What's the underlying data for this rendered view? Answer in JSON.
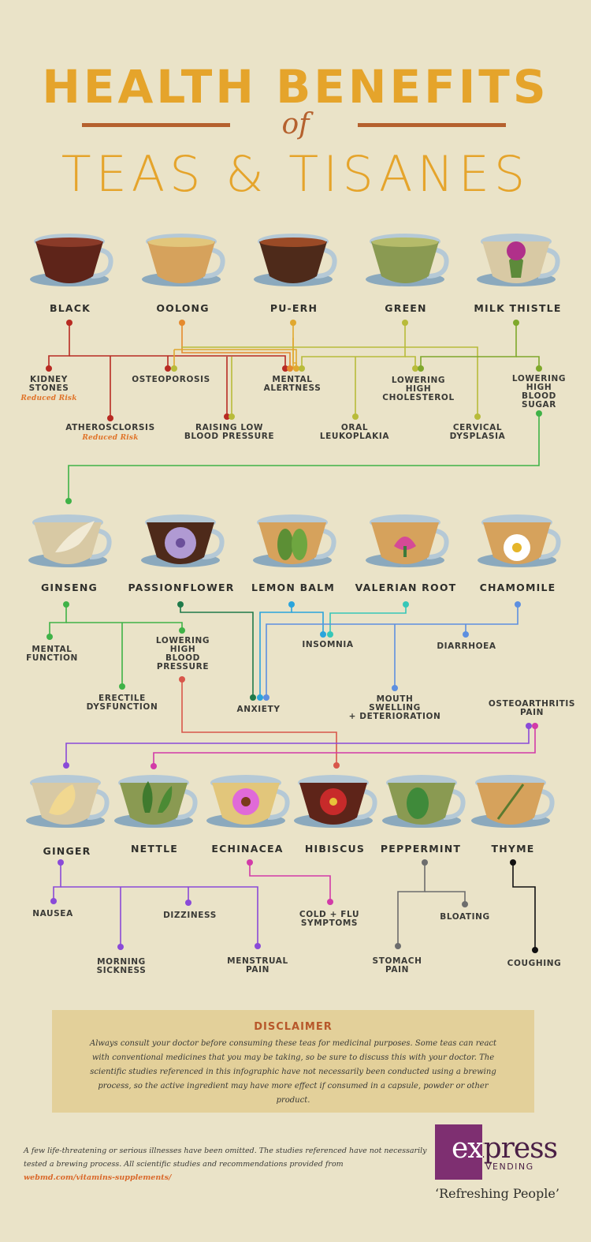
{
  "title": {
    "line1": "HEALTH BENEFITS",
    "of": "of",
    "line2": "TEAS & TISANES"
  },
  "colors": {
    "title": "#e5a42b",
    "accent": "#b5612e",
    "background": "#eae3c8",
    "risk": "#e0742a"
  },
  "teas_row1": [
    {
      "name": "BLACK",
      "icon": "black-tea-cup-icon"
    },
    {
      "name": "OOLONG",
      "icon": "oolong-tea-cup-icon"
    },
    {
      "name": "PU-ERH",
      "icon": "pu-erh-tea-cup-icon"
    },
    {
      "name": "GREEN",
      "icon": "green-tea-cup-icon"
    },
    {
      "name": "MILK THISTLE",
      "icon": "milk-thistle-tea-cup-icon"
    }
  ],
  "benefits_row1": {
    "kidney": "KIDNEY\nSTONES",
    "kidney_risk": "Reduced Risk",
    "osteo": "OSTEOPOROSIS",
    "mental": "MENTAL\nALERTNESS",
    "cholesterol": "LOWERING\nHIGH\nCHOLESTEROL",
    "bloodsugar": "LOWERING\nHIGH\nBLOOD\nSUGAR",
    "athero": "ATHEROSCLORSIS",
    "athero_risk": "Reduced Risk",
    "lowbp": "RAISING LOW\nBLOOD PRESSURE",
    "oral": "ORAL\nLEUKOPLAKIA",
    "cervical": "CERVICAL\nDYSPLASIA"
  },
  "teas_row2": [
    {
      "name": "GINSENG",
      "icon": "ginseng-tea-cup-icon"
    },
    {
      "name": "PASSIONFLOWER",
      "icon": "passionflower-tea-cup-icon"
    },
    {
      "name": "LEMON BALM",
      "icon": "lemon-balm-tea-cup-icon"
    },
    {
      "name": "VALERIAN ROOT",
      "icon": "valerian-root-tea-cup-icon"
    },
    {
      "name": "CHAMOMILE",
      "icon": "chamomile-tea-cup-icon"
    }
  ],
  "benefits_row2": {
    "mental_function": "MENTAL\nFUNCTION",
    "erectile": "ERECTILE\nDYSFUNCTION",
    "highbp": "LOWERING\nHIGH\nBLOOD\nPRESSURE",
    "insomnia": "INSOMNIA",
    "diarrhoea": "DIARRHOEA",
    "anxiety": "ANXIETY",
    "mouth": "MOUTH\nSWELLING\n+ DETERIORATION",
    "osteoarthritis": "OSTEOARTHRITIS\nPAIN"
  },
  "teas_row3": [
    {
      "name": "GINGER",
      "icon": "ginger-tea-cup-icon"
    },
    {
      "name": "NETTLE",
      "icon": "nettle-tea-cup-icon"
    },
    {
      "name": "ECHINACEA",
      "icon": "echinacea-tea-cup-icon"
    },
    {
      "name": "HIBISCUS",
      "icon": "hibiscus-tea-cup-icon"
    },
    {
      "name": "PEPPERMINT",
      "icon": "peppermint-tea-cup-icon"
    },
    {
      "name": "THYME",
      "icon": "thyme-tea-cup-icon"
    }
  ],
  "benefits_row3": {
    "nausea": "NAUSEA",
    "dizziness": "DIZZINESS",
    "cold": "COLD + FLU\nSYMPTOMS",
    "bloating": "BLOATING",
    "morning": "MORNING\nSICKNESS",
    "menstrual": "MENSTRUAL\nPAIN",
    "stomach": "STOMACH\nPAIN",
    "coughing": "COUGHING"
  },
  "disclaimer": {
    "title": "DISCLAIMER",
    "text": "Always consult your doctor before consuming these teas for medicinal purposes. Some teas can react with conventional medicines that you may be taking, so be sure to discuss this with your doctor. The scientific studies referenced in this infographic have not necessarily been conducted using a brewing process, so the active ingredient may have more effect if consumed in a capsule, powder or other product."
  },
  "footnote": {
    "text": "A few life-threatening or serious illnesses have been omitted. The studies referenced have not necessarily tested a brewing process. All scientific studies and recommendations provided from ",
    "link": "webmd.com/vitamins-supplements/"
  },
  "brand": {
    "word": "express",
    "sub": "VENDING",
    "tagline": "‘Refreshing People’",
    "color": "#7e2f71"
  }
}
